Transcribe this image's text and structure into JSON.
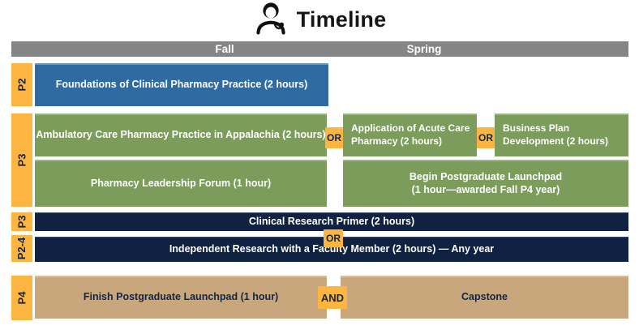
{
  "title": "Timeline",
  "icons": {
    "title_icon": "doctor-stethoscope-icon"
  },
  "header": {
    "fall_label": "Fall",
    "spring_label": "Spring"
  },
  "year_tabs": {
    "row1": "P2",
    "row2": "P3",
    "row3": "P3",
    "row4": "P2-4",
    "row5": "P4"
  },
  "connectors": {
    "or": "OR",
    "and": "AND"
  },
  "courses": {
    "foundations": "Foundations of Clinical Pharmacy Practice (2 hours)",
    "ambulatory": "Ambulatory Care Pharmacy Practice in Appalachia (2 hours)",
    "acute_care": "Application of Acute Care Pharmacy (2 hours)",
    "business_plan": "Business Plan Development (2 hours)",
    "leadership_forum": "Pharmacy Leadership Forum (1 hour)",
    "begin_launchpad_lines": [
      "Begin Postgraduate Launchpad",
      "(1 hour—awarded Fall P4 year)"
    ],
    "research_primer": "Clinical Research Primer (2 hours)",
    "independent_research": "Independent Research with a Faculty Member (2 hours) — Any year",
    "finish_launchpad": "Finish Postgraduate Launchpad (1 hour)",
    "capstone": "Capstone"
  },
  "colors": {
    "yellow": "#FBB540",
    "blue": "#2F6BA0",
    "green": "#7B9C5B",
    "navy": "#0F2242",
    "tan": "#C7A77B",
    "header_gray": "#838587",
    "badge_text_navy": "#13264A"
  }
}
